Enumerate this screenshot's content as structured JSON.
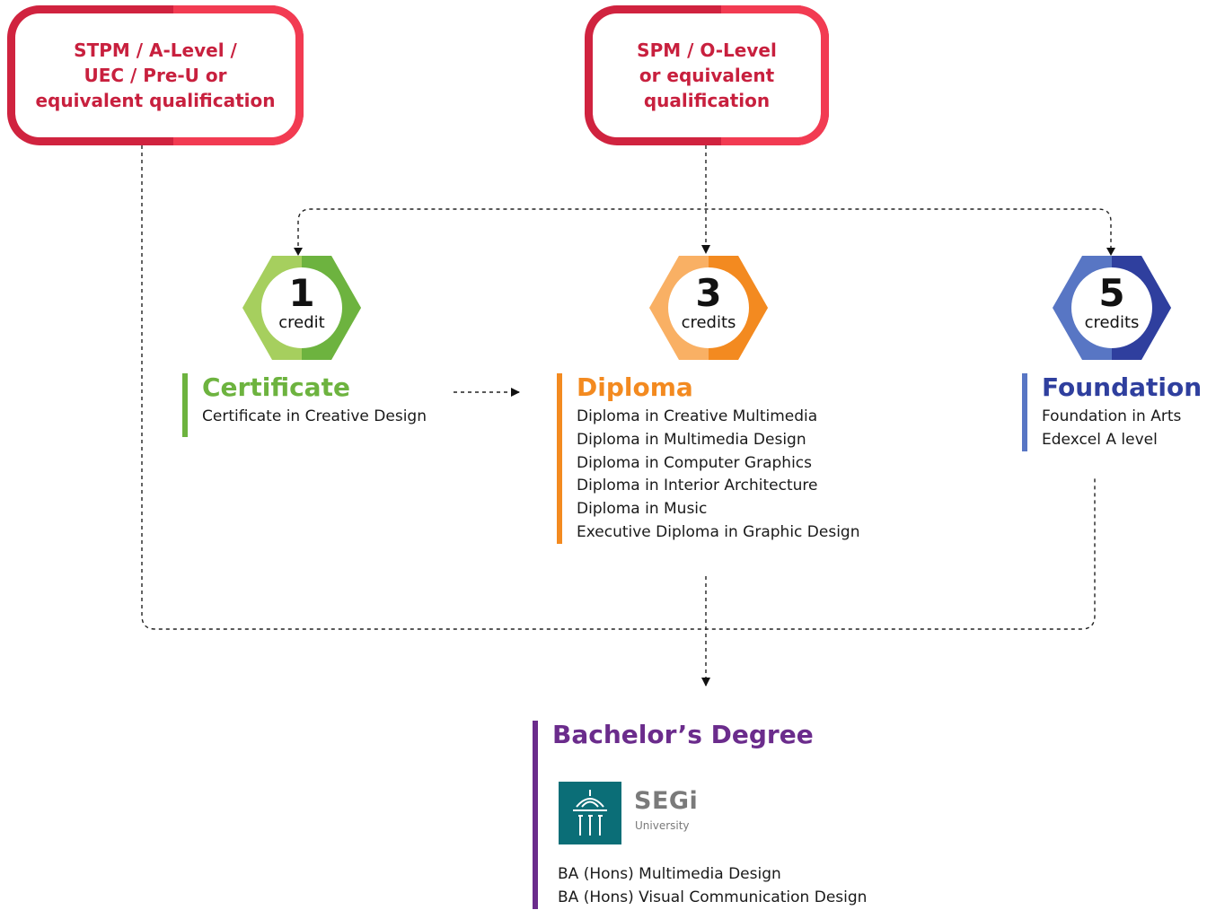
{
  "entry_boxes": {
    "stpm": "STPM / A-Level /\nUEC / Pre-U or\nequivalent qualification",
    "spm": "SPM / O-Level\nor equivalent\nqualification"
  },
  "badges": {
    "certificate": {
      "number": "1",
      "unit": "credit"
    },
    "diploma": {
      "number": "3",
      "unit": "credits"
    },
    "foundation": {
      "number": "5",
      "unit": "credits"
    }
  },
  "certificate": {
    "title": "Certificate",
    "items": [
      "Certificate in Creative Design"
    ]
  },
  "diploma": {
    "title": "Diploma",
    "items": [
      "Diploma in Creative Multimedia",
      "Diploma in Multimedia Design",
      "Diploma in Computer Graphics",
      "Diploma in Interior Architecture",
      "Diploma in Music",
      "Executive Diploma in Graphic Design"
    ]
  },
  "foundation": {
    "title": "Foundation",
    "items": [
      "Foundation in Arts",
      "Edexcel A level"
    ]
  },
  "bachelor": {
    "title": "Bachelor’s Degree",
    "logo": {
      "name": "SEGi",
      "subtitle": "University"
    },
    "items": [
      "BA (Hons) Multimedia Design",
      "BA (Hons) Visual Communication Design"
    ]
  },
  "colors": {
    "entry_dark": "#d0233f",
    "entry_light": "#f23b52",
    "green": "#6db33f",
    "orange": "#f38a20",
    "blue": "#2f3f9e",
    "purple": "#6b2c8c",
    "segi_teal": "#0b6e77"
  }
}
